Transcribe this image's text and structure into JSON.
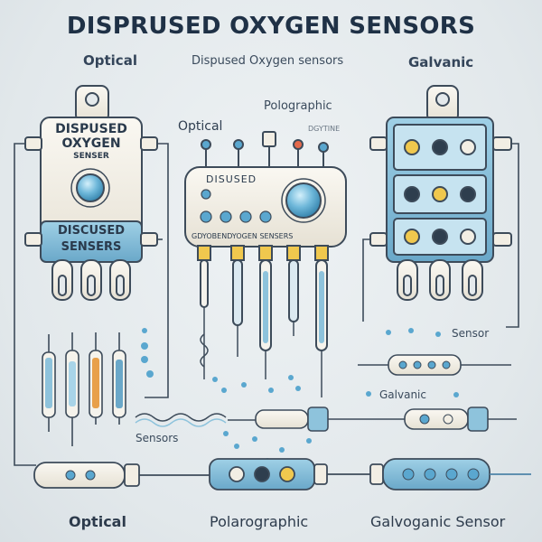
{
  "title": "DISPRUSED OXYGEN SENSORS",
  "top_labels": {
    "left": "Optical",
    "center": "Dispused Oxygen sensors",
    "right": "Galvanic"
  },
  "left_unit": {
    "line1": "DISPUSED",
    "line2": "OXYGEN",
    "line3": "SENSER",
    "bottom1": "DISCUSED",
    "bottom2": "SENSERS"
  },
  "center_unit": {
    "label_optical": "Optical",
    "label_polo": "Polographic",
    "label_small": "DGYTINE",
    "top_text": "DISUSED",
    "bottom_text": "GDYOBENDYOGEN SENSERS"
  },
  "side_labels": {
    "sensor": "Sensor",
    "galvanic": "Galvanic",
    "sensors": "Sensors"
  },
  "bottom_labels": {
    "left": "Optical",
    "center": "Polarographic",
    "right": "Galvoganic Sensor"
  },
  "colors": {
    "accent_blue": "#8ec3dc",
    "dark_blue": "#4d84a8",
    "cream": "#f2eee4",
    "outline": "#3d4b5a",
    "orange": "#e8a04a",
    "red": "#e46a4c",
    "yellow": "#f0c84e"
  }
}
